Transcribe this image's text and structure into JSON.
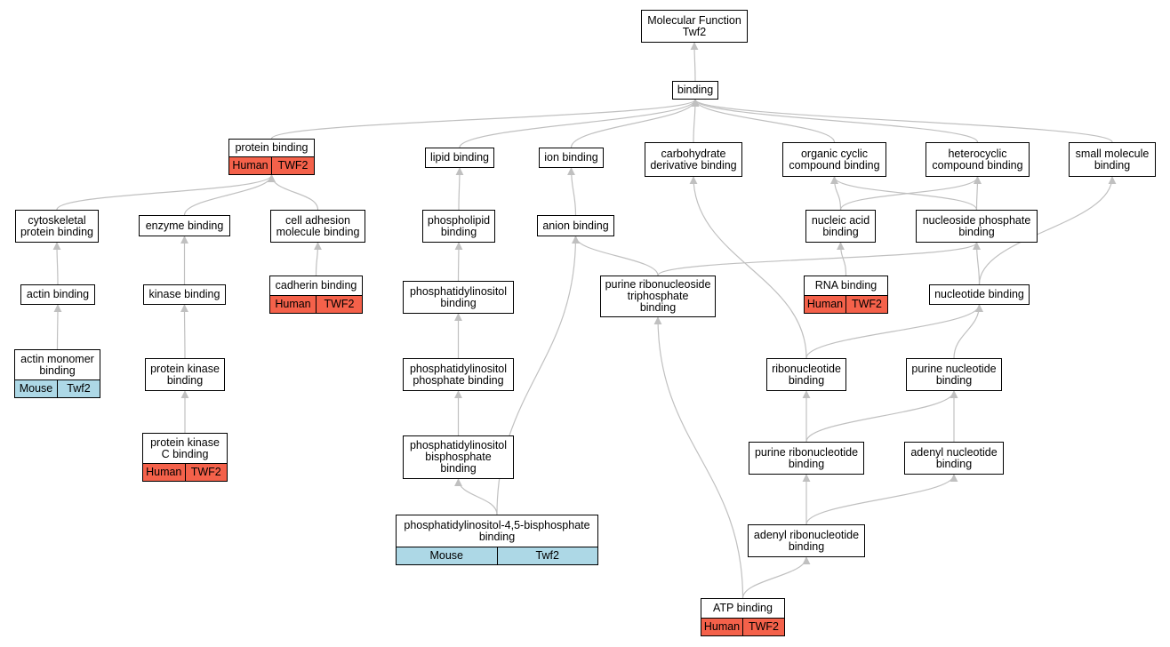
{
  "colors": {
    "human": "#f4614a",
    "mouse": "#add8e6",
    "edge": "#c0c0c0"
  },
  "nodes": [
    {
      "id": "mf",
      "label": "Molecular Function\nTwf2"
    },
    {
      "id": "bind",
      "label": "binding"
    },
    {
      "id": "prot",
      "label": "protein binding",
      "badges": [
        {
          "species": "Human",
          "gene": "TWF2"
        }
      ]
    },
    {
      "id": "lipid",
      "label": "lipid binding"
    },
    {
      "id": "ion",
      "label": "ion binding"
    },
    {
      "id": "carb",
      "label": "carbohydrate\nderivative binding"
    },
    {
      "id": "occ",
      "label": "organic cyclic\ncompound binding"
    },
    {
      "id": "hcc",
      "label": "heterocyclic\ncompound binding"
    },
    {
      "id": "sm",
      "label": "small molecule\nbinding"
    },
    {
      "id": "cyto",
      "label": "cytoskeletal\nprotein binding"
    },
    {
      "id": "enz",
      "label": "enzyme binding"
    },
    {
      "id": "cam",
      "label": "cell adhesion\nmolecule binding"
    },
    {
      "id": "pl",
      "label": "phospholipid\nbinding"
    },
    {
      "id": "anion",
      "label": "anion binding"
    },
    {
      "id": "na",
      "label": "nucleic acid\nbinding"
    },
    {
      "id": "nsp",
      "label": "nucleoside phosphate\nbinding"
    },
    {
      "id": "actin",
      "label": "actin binding"
    },
    {
      "id": "kin",
      "label": "kinase binding"
    },
    {
      "id": "cad",
      "label": "cadherin binding",
      "badges": [
        {
          "species": "Human",
          "gene": "TWF2"
        }
      ]
    },
    {
      "id": "pi",
      "label": "phosphatidylinositol\nbinding"
    },
    {
      "id": "prnt",
      "label": "purine ribonucleoside\ntriphosphate\nbinding"
    },
    {
      "id": "rna",
      "label": "RNA binding",
      "badges": [
        {
          "species": "Human",
          "gene": "TWF2"
        }
      ]
    },
    {
      "id": "nuc",
      "label": "nucleotide binding"
    },
    {
      "id": "amb",
      "label": "actin monomer\nbinding",
      "badges": [
        {
          "species": "Mouse",
          "gene": "Twf2"
        }
      ]
    },
    {
      "id": "pkb",
      "label": "protein kinase\nbinding"
    },
    {
      "id": "pip",
      "label": "phosphatidylinositol\nphosphate binding"
    },
    {
      "id": "rnb",
      "label": "ribonucleotide\nbinding"
    },
    {
      "id": "pnb",
      "label": "purine nucleotide\nbinding"
    },
    {
      "id": "pkc",
      "label": "protein kinase\nC binding",
      "badges": [
        {
          "species": "Human",
          "gene": "TWF2"
        }
      ]
    },
    {
      "id": "pibp",
      "label": "phosphatidylinositol\nbisphosphate\nbinding"
    },
    {
      "id": "prb",
      "label": "purine ribonucleotide\nbinding"
    },
    {
      "id": "anb",
      "label": "adenyl nucleotide\nbinding"
    },
    {
      "id": "pip2",
      "label": "phosphatidylinositol-4,5-bisphosphate\nbinding",
      "badges": [
        {
          "species": "Mouse",
          "gene": "Twf2"
        }
      ]
    },
    {
      "id": "arb",
      "label": "adenyl ribonucleotide\nbinding"
    },
    {
      "id": "atp",
      "label": "ATP binding",
      "badges": [
        {
          "species": "Human",
          "gene": "TWF2"
        }
      ]
    }
  ],
  "edges": [
    [
      "bind",
      "mf"
    ],
    [
      "prot",
      "bind"
    ],
    [
      "lipid",
      "bind"
    ],
    [
      "ion",
      "bind"
    ],
    [
      "carb",
      "bind"
    ],
    [
      "occ",
      "bind"
    ],
    [
      "hcc",
      "bind"
    ],
    [
      "sm",
      "bind"
    ],
    [
      "cyto",
      "prot"
    ],
    [
      "enz",
      "prot"
    ],
    [
      "cam",
      "prot"
    ],
    [
      "pl",
      "lipid"
    ],
    [
      "anion",
      "ion"
    ],
    [
      "na",
      "occ"
    ],
    [
      "na",
      "hcc"
    ],
    [
      "nsp",
      "occ"
    ],
    [
      "nsp",
      "hcc"
    ],
    [
      "actin",
      "cyto"
    ],
    [
      "kin",
      "enz"
    ],
    [
      "cad",
      "cam"
    ],
    [
      "pi",
      "pl"
    ],
    [
      "prnt",
      "anion"
    ],
    [
      "prnt",
      "nsp"
    ],
    [
      "rna",
      "na"
    ],
    [
      "nuc",
      "nsp"
    ],
    [
      "nuc",
      "sm"
    ],
    [
      "amb",
      "actin"
    ],
    [
      "pkb",
      "kin"
    ],
    [
      "pip",
      "pi"
    ],
    [
      "rnb",
      "carb"
    ],
    [
      "rnb",
      "nuc"
    ],
    [
      "pnb",
      "nuc"
    ],
    [
      "pkc",
      "pkb"
    ],
    [
      "pibp",
      "pip"
    ],
    [
      "prb",
      "rnb"
    ],
    [
      "prb",
      "pnb"
    ],
    [
      "anb",
      "pnb"
    ],
    [
      "pip2",
      "pibp"
    ],
    [
      "pip2",
      "anion"
    ],
    [
      "arb",
      "prb"
    ],
    [
      "arb",
      "anb"
    ],
    [
      "atp",
      "prnt"
    ],
    [
      "atp",
      "arb"
    ]
  ]
}
